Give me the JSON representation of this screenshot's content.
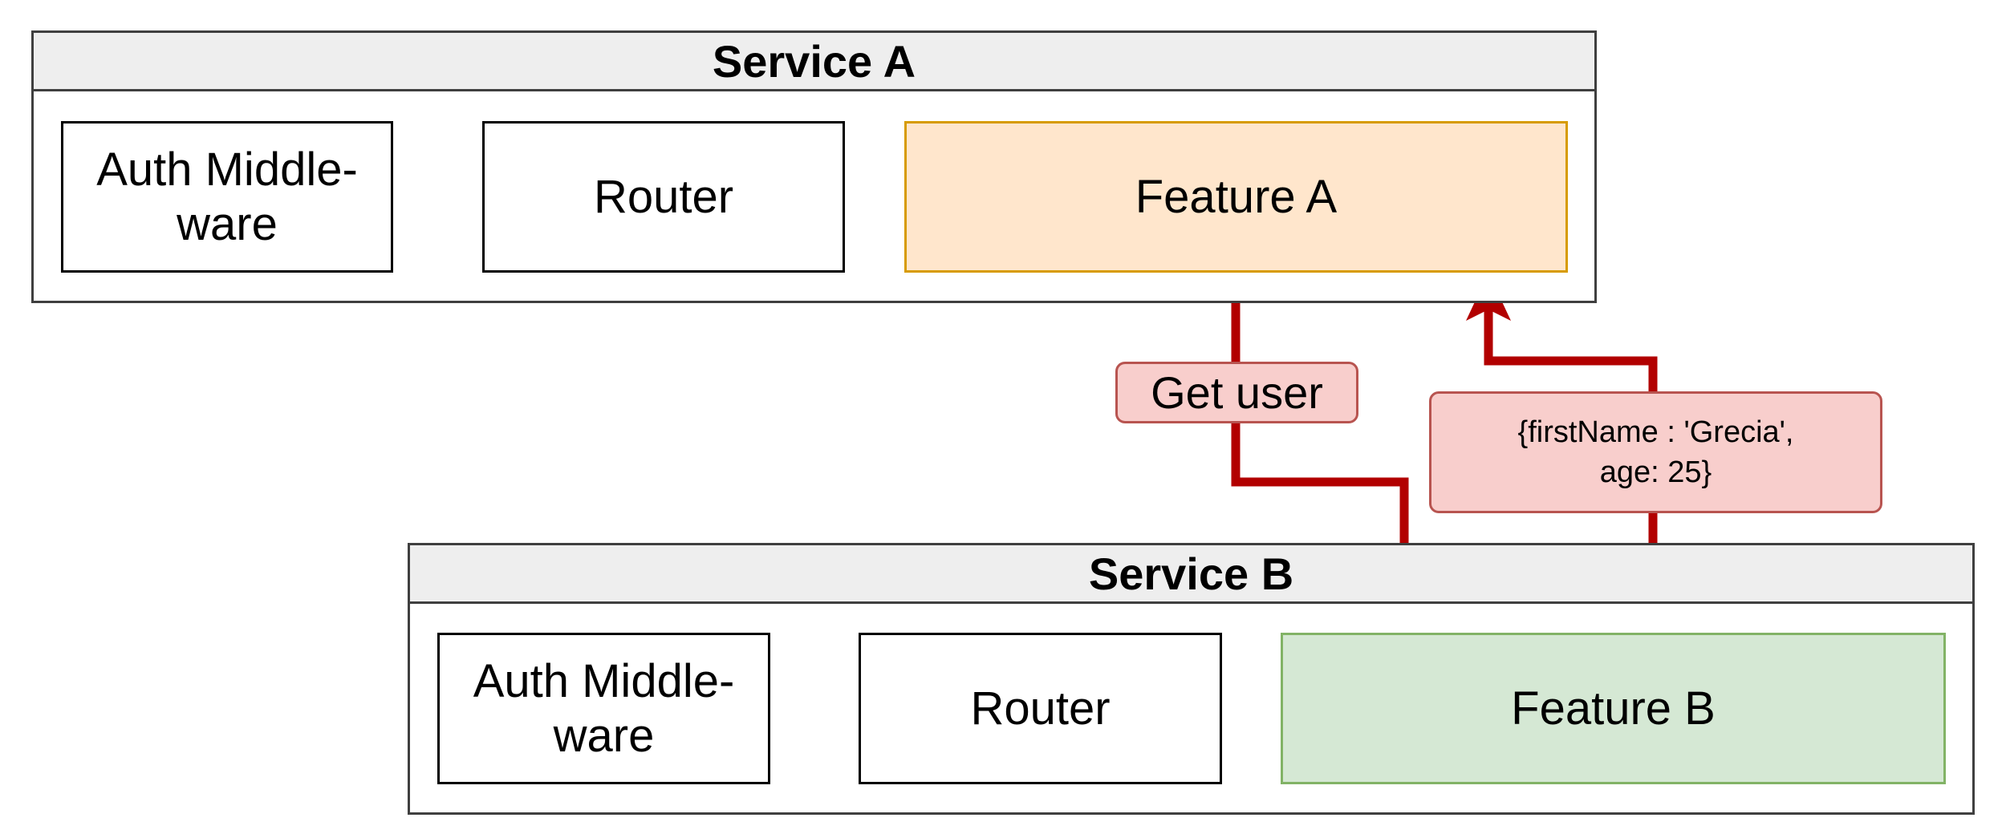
{
  "service_a": {
    "title": "Service A",
    "auth": "Auth Middle-\nware",
    "router": "Router",
    "feature": "Feature A"
  },
  "service_b": {
    "title": "Service B",
    "auth": "Auth Middle-\nware",
    "router": "Router",
    "feature": "Feature B"
  },
  "request_label": "Get user",
  "response_label": "{firstName : 'Grecia',\nage: 25}",
  "colors": {
    "flow_arrow": "#b20000",
    "feature_a_fill": "#ffe6cc",
    "feature_a_border": "#d79b00",
    "feature_b_fill": "#d5e8d4",
    "feature_b_border": "#82b366",
    "label_fill": "#f8cecc",
    "label_border": "#b85450",
    "header_fill": "#eeeeee"
  }
}
